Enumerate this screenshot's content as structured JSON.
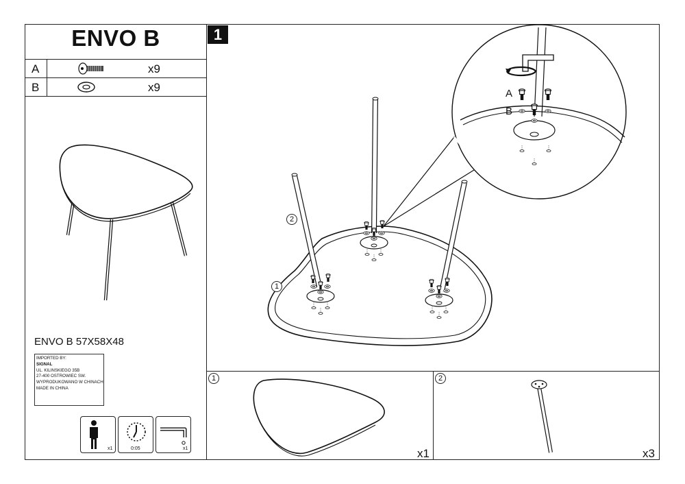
{
  "title": "ENVO B",
  "parts": [
    {
      "letter": "A",
      "qty": "x9",
      "icon": "bolt-icon"
    },
    {
      "letter": "B",
      "qty": "x9",
      "icon": "washer-icon"
    }
  ],
  "product_dims": "ENVO B 57X58X48",
  "importer": {
    "line1": "IMPORTED BY:",
    "line2": "SIGNAL",
    "line3": "UL. KILINSKIEGO 35B",
    "line4": "27-400 OSTROWIEC SW.",
    "line5": "WYPRODUKOWANO W CHINACH",
    "line6": "MADE IN CHINA"
  },
  "requirements": {
    "person_qty": "x1",
    "time": "0:05",
    "tool_qty": "x1"
  },
  "step": {
    "number": "1",
    "label_A": "A",
    "label_B": "B",
    "callout_1": "1",
    "callout_2": "2"
  },
  "components": [
    {
      "num": "1",
      "qty": "x1",
      "name": "tabletop"
    },
    {
      "num": "2",
      "qty": "x3",
      "name": "leg"
    }
  ]
}
